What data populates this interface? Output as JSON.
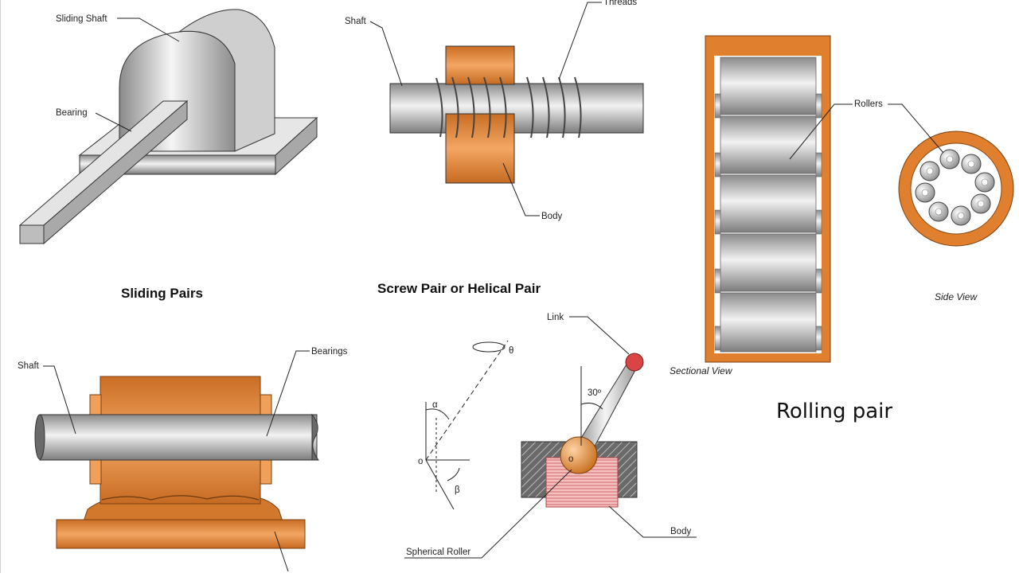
{
  "sliding_pairs": {
    "title": "Sliding Pairs",
    "labels": {
      "shaft": "Sliding Shaft",
      "bearing": "Bearing"
    }
  },
  "screw_pair": {
    "title": "Screw Pair or Helical Pair",
    "labels": {
      "shaft": "Shaft",
      "threads": "Threads",
      "body": "Body"
    }
  },
  "rolling_pair": {
    "title": "Rolling pair",
    "labels": {
      "rollers": "Rollers",
      "sectional_view": "Sectional View",
      "side_view": "Side View"
    }
  },
  "turning_pair": {
    "labels": {
      "shaft": "Shaft",
      "bearings": "Bearings"
    }
  },
  "spherical_pair": {
    "labels": {
      "link": "Link",
      "angle": "30º",
      "origin": "o",
      "body": "Body",
      "spherical_roller": "Spherical Roller",
      "theta": "θ",
      "alpha": "α",
      "beta": "β"
    }
  },
  "colors": {
    "orange": "#d9823a",
    "steel": "#c8c8c8",
    "dark_gray": "#555555",
    "red_ball": "#d94545"
  }
}
